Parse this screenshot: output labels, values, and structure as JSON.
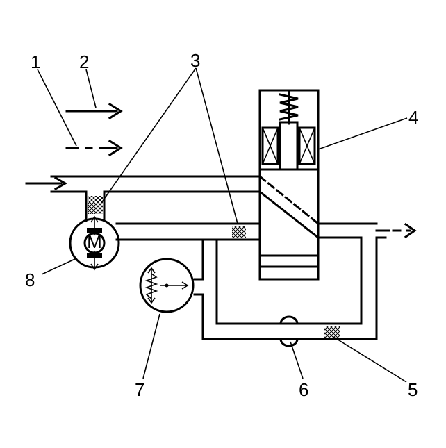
{
  "labels": {
    "l1": "1",
    "l2": "2",
    "l3": "3",
    "l4": "4",
    "l5": "5",
    "l6": "6",
    "l7": "7",
    "l8": "8",
    "motor": "M"
  },
  "colors": {
    "ink": "#000000",
    "background": "#ffffff"
  }
}
